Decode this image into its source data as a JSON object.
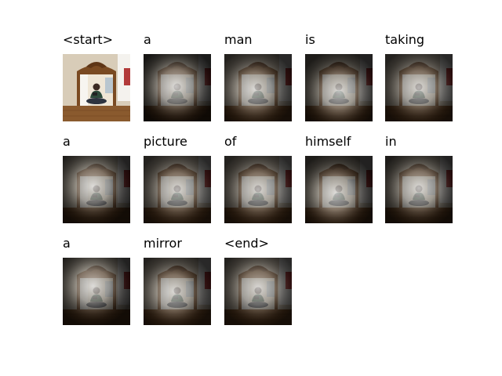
{
  "caption_tokens": [
    "<start>",
    "a",
    "man",
    "is",
    "taking",
    "a",
    "picture",
    "of",
    "himself",
    "in",
    "a",
    "mirror",
    "<end>"
  ],
  "panel_image": "photo-of-man-in-mirror",
  "colors": {
    "background": "#ffffff",
    "text": "#000000",
    "floor": "#8a5a2e",
    "frame": "#7a4a22",
    "wall": "#efe6d6"
  }
}
